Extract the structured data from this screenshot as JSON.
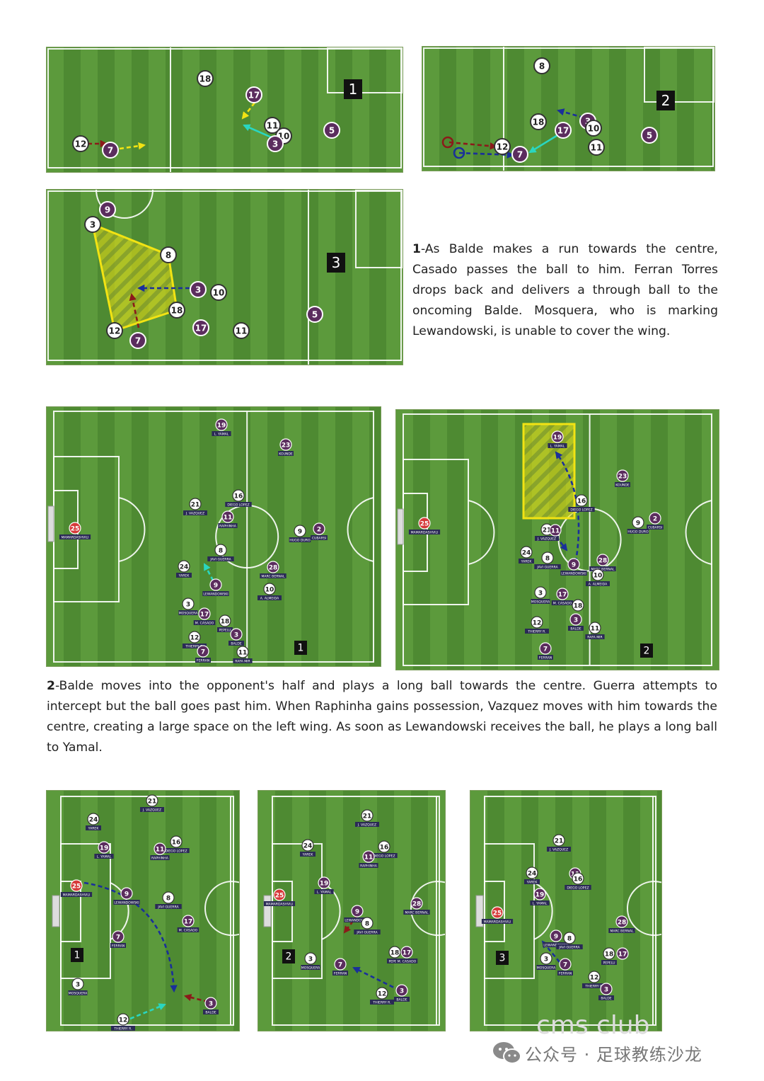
{
  "paragraphs": {
    "p1_num": "1",
    "p1_text": "-As Balde makes a run towards the centre, Casado passes the ball to him. Ferran Torres drops back and delivers a through ball to the oncoming Balde. Mosquera, who is marking Lewandowski, is unable to cover the wing.",
    "p2_num": "2",
    "p2_text": "-Balde moves into the opponent's half and plays a long ball towards the centre. Guerra attempts to intercept but the ball goes past him. When Raphinha gains possession, Vazquez moves with him towards the centre, creating a large space on the left wing. As soon as Lewandowski receives the ball, he plays a long ball to Yamal."
  },
  "watermark": {
    "faded": "cms club",
    "label": "公众号 · 足球教练沙龙"
  },
  "colors": {
    "pitch_dark": "#4e8a32",
    "pitch_light": "#5c9a3c",
    "barca": "#5b2d5e",
    "white_team": "#ffffff",
    "keeper": "#d63a3a",
    "arrow_red": "#8b1a1a",
    "arrow_yellow": "#f2e313",
    "arrow_cyan": "#2ad6c0",
    "arrow_blue": "#1a2f9a",
    "zone_yellow": "#f2e313"
  },
  "diagrams": [
    {
      "label": "1",
      "players": [
        {
          "n": "18",
          "t": "w"
        },
        {
          "n": "17",
          "t": "p"
        },
        {
          "n": "11",
          "t": "w"
        },
        {
          "n": "10",
          "t": "w"
        },
        {
          "n": "3",
          "t": "p"
        },
        {
          "n": "5",
          "t": "p"
        },
        {
          "n": "12",
          "t": "w"
        },
        {
          "n": "7",
          "t": "p"
        }
      ]
    },
    {
      "label": "2",
      "players": [
        {
          "n": "8",
          "t": "w"
        },
        {
          "n": "3",
          "t": "p"
        },
        {
          "n": "10",
          "t": "w"
        },
        {
          "n": "18",
          "t": "w"
        },
        {
          "n": "17",
          "t": "p"
        },
        {
          "n": "5",
          "t": "p"
        },
        {
          "n": "12",
          "t": "w"
        },
        {
          "n": "7",
          "t": "p"
        },
        {
          "n": "11",
          "t": "w"
        }
      ]
    },
    {
      "label": "3",
      "players": [
        {
          "n": "9",
          "t": "p"
        },
        {
          "n": "3",
          "t": "w"
        },
        {
          "n": "8",
          "t": "w"
        },
        {
          "n": "3",
          "t": "p"
        },
        {
          "n": "10",
          "t": "w"
        },
        {
          "n": "18",
          "t": "w"
        },
        {
          "n": "12",
          "t": "w"
        },
        {
          "n": "7",
          "t": "p"
        },
        {
          "n": "17",
          "t": "p"
        },
        {
          "n": "11",
          "t": "w"
        },
        {
          "n": "5",
          "t": "p"
        }
      ]
    },
    {
      "label": "1",
      "players": [
        {
          "n": "19",
          "t": "p",
          "name": "L. YAMAL"
        },
        {
          "n": "23",
          "t": "p",
          "name": "KOUNDE"
        },
        {
          "n": "21",
          "t": "w",
          "name": "J. VAZQUEZ"
        },
        {
          "n": "16",
          "t": "w",
          "name": "DIEGO LOPEZ"
        },
        {
          "n": "11",
          "t": "p",
          "name": "RAPHINHA"
        },
        {
          "n": "9",
          "t": "w",
          "name": "HUGO DURO"
        },
        {
          "n": "2",
          "t": "p",
          "name": "CUBARSI"
        },
        {
          "n": "8",
          "t": "w",
          "name": "JAVI GUERRA"
        },
        {
          "n": "24",
          "t": "w",
          "name": "YAREK"
        },
        {
          "n": "28",
          "t": "p",
          "name": "MARC BERNAL"
        },
        {
          "n": "9",
          "t": "p",
          "name": "LEWANDOWSKI"
        },
        {
          "n": "10",
          "t": "w",
          "name": "A. ALMEIDA"
        },
        {
          "n": "3",
          "t": "w",
          "name": "MOSQUERA"
        },
        {
          "n": "17",
          "t": "p",
          "name": "M. CASADO"
        },
        {
          "n": "18",
          "t": "w",
          "name": "PEPELU"
        },
        {
          "n": "3",
          "t": "p",
          "name": "BALDE"
        },
        {
          "n": "12",
          "t": "w",
          "name": "THIERRY R."
        },
        {
          "n": "7",
          "t": "p",
          "name": "FERRAN"
        },
        {
          "n": "11",
          "t": "w",
          "name": "RAFA MIR"
        },
        {
          "n": "25",
          "t": "k",
          "name": "MAMARDASHVILI"
        }
      ]
    },
    {
      "label": "2",
      "players": [
        {
          "n": "19",
          "t": "p",
          "name": "L. YAMAL"
        },
        {
          "n": "23",
          "t": "p",
          "name": "KOUNDE"
        },
        {
          "n": "16",
          "t": "w",
          "name": "DIEGO LOPEZ"
        },
        {
          "n": "9",
          "t": "w",
          "name": "HUGO DURO"
        },
        {
          "n": "2",
          "t": "p",
          "name": "CUBARSI"
        },
        {
          "n": "21",
          "t": "w",
          "name": "J. VAZQUEZ"
        },
        {
          "n": "11",
          "t": "p",
          "name": ""
        },
        {
          "n": "24",
          "t": "w",
          "name": "YAREK"
        },
        {
          "n": "8",
          "t": "w",
          "name": "JAVI GUERRA"
        },
        {
          "n": "9",
          "t": "p",
          "name": "LEWANDOWSKI"
        },
        {
          "n": "28",
          "t": "p",
          "name": "MARC BERNAL"
        },
        {
          "n": "10",
          "t": "w",
          "name": "A. ALMEIDA"
        },
        {
          "n": "3",
          "t": "w",
          "name": "MOSQUERA"
        },
        {
          "n": "17",
          "t": "p",
          "name": "M. CASADO"
        },
        {
          "n": "18",
          "t": "w",
          "name": ""
        },
        {
          "n": "3",
          "t": "p",
          "name": "BALDE"
        },
        {
          "n": "12",
          "t": "w",
          "name": "THIERRY R."
        },
        {
          "n": "11",
          "t": "w",
          "name": "RAFA MIR"
        },
        {
          "n": "7",
          "t": "p",
          "name": "FERRAN"
        },
        {
          "n": "25",
          "t": "k",
          "name": "MAMARDASHVILI"
        }
      ]
    },
    {
      "label": "1",
      "players": [
        {
          "n": "21",
          "t": "w",
          "name": "J. VAZQUEZ"
        },
        {
          "n": "24",
          "t": "w",
          "name": "YAREK"
        },
        {
          "n": "16",
          "t": "w",
          "name": "DIEGO LOPEZ"
        },
        {
          "n": "19",
          "t": "p",
          "name": "L. YAMAL"
        },
        {
          "n": "11",
          "t": "p",
          "name": "RAPHINHA"
        },
        {
          "n": "25",
          "t": "k",
          "name": "MAMARDASHVILI"
        },
        {
          "n": "9",
          "t": "p",
          "name": "LEWANDOWSKI"
        },
        {
          "n": "8",
          "t": "w",
          "name": "JAVI GUERRA"
        },
        {
          "n": "17",
          "t": "p",
          "name": "M. CASADO"
        },
        {
          "n": "7",
          "t": "p",
          "name": "FERRAN"
        },
        {
          "n": "3",
          "t": "w",
          "name": "MOSQUERA"
        },
        {
          "n": "3",
          "t": "p",
          "name": "BALDE"
        },
        {
          "n": "12",
          "t": "w",
          "name": "THIERRY R."
        }
      ]
    },
    {
      "label": "2",
      "players": [
        {
          "n": "21",
          "t": "w",
          "name": "J. VAZQUEZ"
        },
        {
          "n": "24",
          "t": "w",
          "name": "YAREK"
        },
        {
          "n": "16",
          "t": "w",
          "name": "DIEGO LOPEZ"
        },
        {
          "n": "11",
          "t": "p",
          "name": "RAPHINHA"
        },
        {
          "n": "19",
          "t": "p",
          "name": "L. YAMAL"
        },
        {
          "n": "25",
          "t": "k",
          "name": "MAMARDASHVILI"
        },
        {
          "n": "28",
          "t": "p",
          "name": "MARC BERNAL"
        },
        {
          "n": "9",
          "t": "p",
          "name": "LEWANDOWSKI"
        },
        {
          "n": "8",
          "t": "w",
          "name": "JAVI GUERRA"
        },
        {
          "n": "18",
          "t": "w",
          "name": "PEPELU"
        },
        {
          "n": "17",
          "t": "p",
          "name": "M. CASADO"
        },
        {
          "n": "3",
          "t": "w",
          "name": "MOSQUERA"
        },
        {
          "n": "7",
          "t": "p",
          "name": "FERRAN"
        },
        {
          "n": "12",
          "t": "w",
          "name": "THIERRY R."
        },
        {
          "n": "3",
          "t": "p",
          "name": "BALDE"
        }
      ]
    },
    {
      "label": "3",
      "players": [
        {
          "n": "21",
          "t": "w",
          "name": "J. VAZQUEZ"
        },
        {
          "n": "24",
          "t": "w",
          "name": "YAREK"
        },
        {
          "n": "11",
          "t": "p",
          "name": ""
        },
        {
          "n": "16",
          "t": "w",
          "name": "DIEGO LOPEZ"
        },
        {
          "n": "19",
          "t": "p",
          "name": "L. YAMAL"
        },
        {
          "n": "25",
          "t": "k",
          "name": "MAMARDASHVILI"
        },
        {
          "n": "28",
          "t": "p",
          "name": "MARC BERNAL"
        },
        {
          "n": "9",
          "t": "p",
          "name": "LEWANDOWSKI"
        },
        {
          "n": "8",
          "t": "w",
          "name": "JAVI GUERRA"
        },
        {
          "n": "18",
          "t": "w",
          "name": "PEPELU"
        },
        {
          "n": "17",
          "t": "p",
          "name": ""
        },
        {
          "n": "3",
          "t": "w",
          "name": "MOSQUERA"
        },
        {
          "n": "7",
          "t": "p",
          "name": "FERRAN"
        },
        {
          "n": "12",
          "t": "w",
          "name": "THIERRY R."
        },
        {
          "n": "3",
          "t": "p",
          "name": "BALDE"
        }
      ]
    }
  ]
}
